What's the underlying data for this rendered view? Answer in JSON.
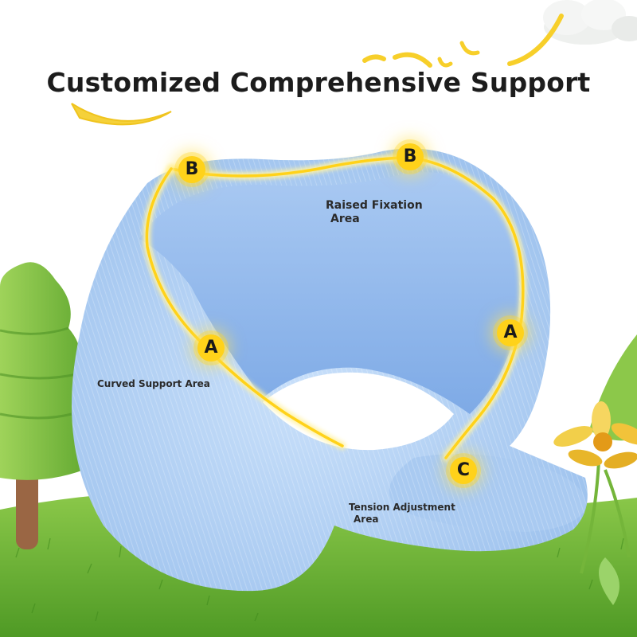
{
  "headline": "Customized Comprehensive Support",
  "markers": [
    {
      "letter": "B"
    },
    {
      "letter": "B"
    },
    {
      "letter": "A"
    },
    {
      "letter": "A"
    },
    {
      "letter": "C"
    }
  ],
  "labels": {
    "raised_line1": "Raised Fixation",
    "raised_line2": "Area",
    "curved": "Curved Support Area",
    "tension_line1": "Tension Adjustment",
    "tension_line2": "Area"
  },
  "colors": {
    "pillow": "#b7d4f4",
    "highlight_line": "#ffd21a",
    "grass": "#6fb23a",
    "sky": "#ffffff"
  },
  "icons": [
    "tree-illustration",
    "flower-illustration",
    "cloud-illustration",
    "u-shaped-neck-pillow"
  ]
}
